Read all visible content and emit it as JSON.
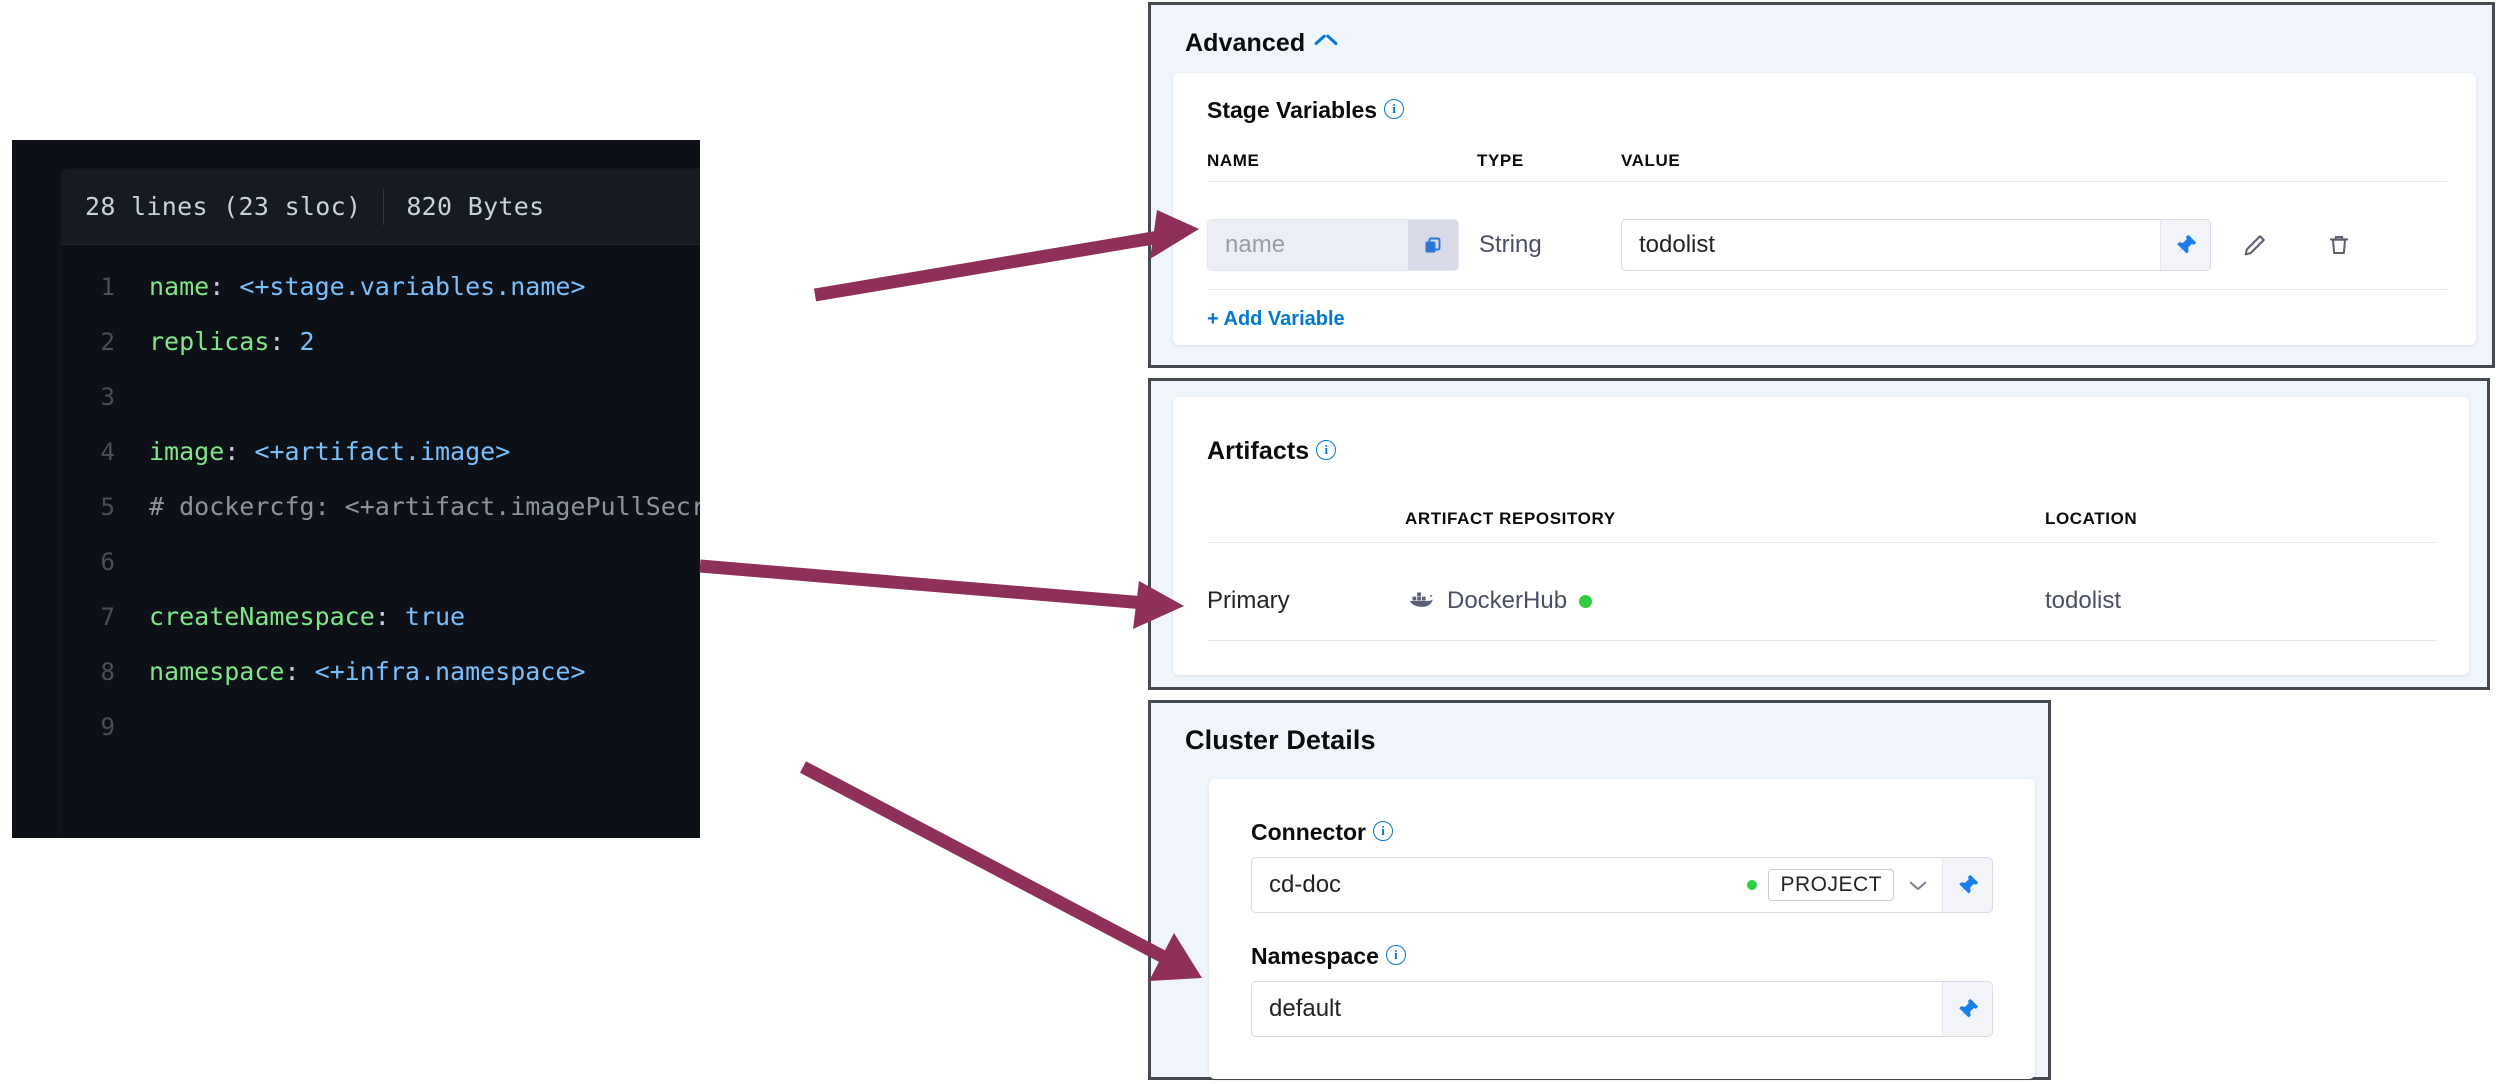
{
  "code_viewer": {
    "lines_label": "28 lines (23 sloc)",
    "size_label": "820 Bytes",
    "lines": [
      {
        "num": "1",
        "segments": [
          {
            "text": "name",
            "style": "key"
          },
          {
            "text": ": ",
            "style": "punc"
          },
          {
            "text": "<+stage.variables.name>",
            "style": "val"
          }
        ]
      },
      {
        "num": "2",
        "segments": [
          {
            "text": "replicas",
            "style": "key"
          },
          {
            "text": ": ",
            "style": "punc"
          },
          {
            "text": "2",
            "style": "val"
          }
        ]
      },
      {
        "num": "3",
        "segments": []
      },
      {
        "num": "4",
        "segments": [
          {
            "text": "image",
            "style": "key"
          },
          {
            "text": ": ",
            "style": "punc"
          },
          {
            "text": "<+artifact.image>",
            "style": "val"
          }
        ]
      },
      {
        "num": "5",
        "segments": [
          {
            "text": "# dockercfg: <+artifact.imagePullSecret>",
            "style": "com"
          }
        ]
      },
      {
        "num": "6",
        "segments": []
      },
      {
        "num": "7",
        "segments": [
          {
            "text": "createNamespace",
            "style": "key"
          },
          {
            "text": ": ",
            "style": "punc"
          },
          {
            "text": "true",
            "style": "val"
          }
        ]
      },
      {
        "num": "8",
        "segments": [
          {
            "text": "namespace",
            "style": "key"
          },
          {
            "text": ": ",
            "style": "punc"
          },
          {
            "text": "<+infra.namespace>",
            "style": "val"
          }
        ]
      },
      {
        "num": "9",
        "segments": []
      }
    ]
  },
  "advanced_panel": {
    "title": "Advanced",
    "collapse_icon": "chevron-up-icon",
    "section_label": "Stage Variables",
    "info_icon": "info-icon",
    "columns": [
      "NAME",
      "TYPE",
      "VALUE"
    ],
    "rows": [
      {
        "name_placeholder": "name",
        "name_value": "",
        "copy_icon": "copy-icon",
        "type": "String",
        "value": "todolist",
        "pin_icon": "pin-icon",
        "edit_icon": "pencil-icon",
        "delete_icon": "trash-icon"
      }
    ],
    "add_variable_label": "+ Add Variable"
  },
  "artifacts_panel": {
    "title": "Artifacts",
    "info_icon": "info-icon",
    "columns": [
      "",
      "ARTIFACT REPOSITORY",
      "LOCATION"
    ],
    "rows": [
      {
        "type": "Primary",
        "repository_icon": "docker-whale-icon",
        "repository": "DockerHub",
        "status_icon": "green-status-dot",
        "location": "todolist"
      }
    ]
  },
  "cluster_details_panel": {
    "title": "Cluster Details",
    "fields": [
      {
        "label": "Connector",
        "info_icon": "info-icon",
        "value": "cd-doc",
        "status_icon": "green-status-dot",
        "scope_tag": "PROJECT",
        "dropdown_icon": "chevron-down-icon",
        "pin_icon": "pin-icon"
      },
      {
        "label": "Namespace",
        "info_icon": "info-icon",
        "value": "default",
        "pin_icon": "pin-icon"
      }
    ]
  },
  "annotations": {
    "arrow_color": "#8e3059",
    "arrows": [
      {
        "name": "arrow-stage-variable-name",
        "from_line": "1",
        "to": "advanced-name-input"
      },
      {
        "name": "arrow-artifact-image",
        "from_line": "4",
        "to": "artifacts-primary-row"
      },
      {
        "name": "arrow-infra-namespace",
        "from_line": "8",
        "to": "cluster-namespace-input"
      }
    ]
  }
}
